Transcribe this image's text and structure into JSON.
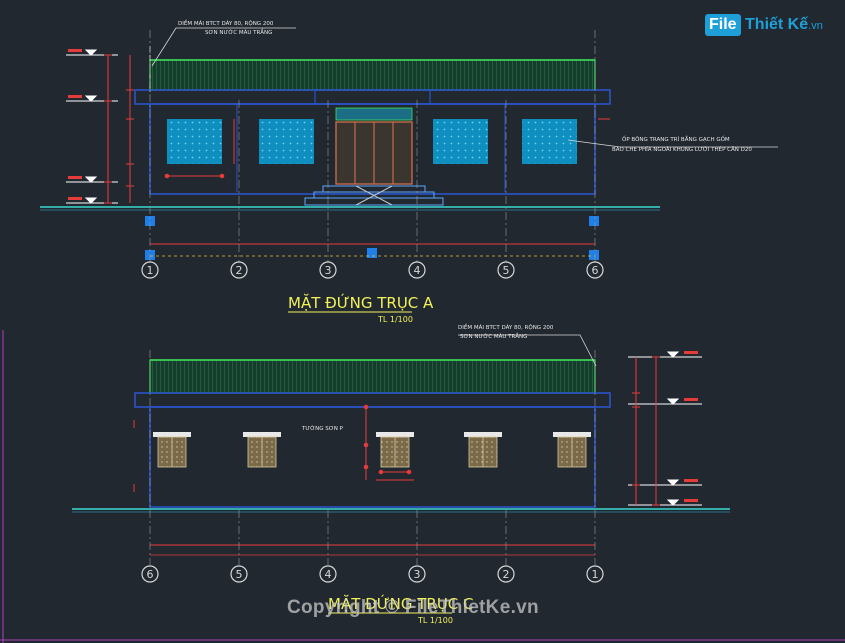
{
  "drawing": {
    "elevation_a": {
      "title": "MẶT ĐỨNG TRỤC A",
      "scale": "TL 1/100",
      "note_roof": [
        "DIỀM MÁI BTCT DÀY 80, RỘNG 200",
        "SƠN NƯỚC MÀU TRẮNG"
      ],
      "note_column": [
        "ỐP BÔNG TRANG TRÍ BẰNG GẠCH GỐM",
        "BAO CHE PHÍA NGOÀI KHUNG LƯỚI THÉP CÂN D20"
      ],
      "axes": [
        "1",
        "2",
        "3",
        "4",
        "5",
        "6"
      ]
    },
    "elevation_c": {
      "title": "MẶT ĐỨNG TRỤC C",
      "scale": "TL 1/100",
      "note_roof": [
        "DIỀM MÁI BTCT DÀY 80, RỘNG 200",
        "SƠN NƯỚC MÀU TRẮNG"
      ],
      "note_wall": "TƯỜNG SƠN P",
      "axes": [
        "6",
        "5",
        "4",
        "3",
        "2",
        "1"
      ]
    }
  },
  "watermark": {
    "logo_box": "File",
    "logo_text": "Thiết Kế",
    "logo_domain": ".vn",
    "copyright": "Copyright © FileThietKe.vn"
  },
  "colors": {
    "background": "#212830",
    "wall": "#2b54c8",
    "roof_tile": "#1d5b3e",
    "roof_edge": "#3ee05a",
    "window_fill": "#0e8fc0",
    "dimension": "#e63b3b",
    "axis": "#d8d8d8",
    "title": "#f2f25a",
    "ground": "#3ad7d0"
  }
}
